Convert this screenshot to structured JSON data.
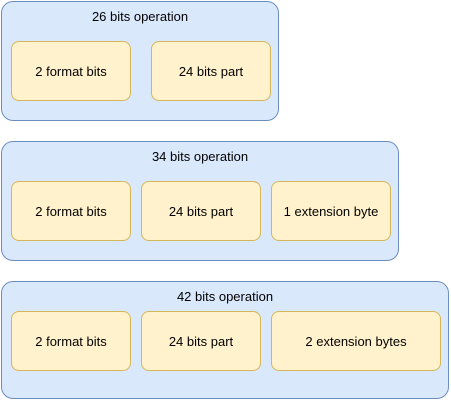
{
  "groups": [
    {
      "title": "26 bits operation",
      "fields": [
        "2 format bits",
        "24 bits part"
      ]
    },
    {
      "title": "34 bits operation",
      "fields": [
        "2 format bits",
        "24 bits part",
        "1 extension byte"
      ]
    },
    {
      "title": "42 bits operation",
      "fields": [
        "2 format bits",
        "24 bits part",
        "2 extension bytes"
      ]
    }
  ],
  "colors": {
    "group_fill": "#dae8fc",
    "group_stroke": "#6c8ebf",
    "field_fill": "#fff2cc",
    "field_stroke": "#d6b656"
  }
}
